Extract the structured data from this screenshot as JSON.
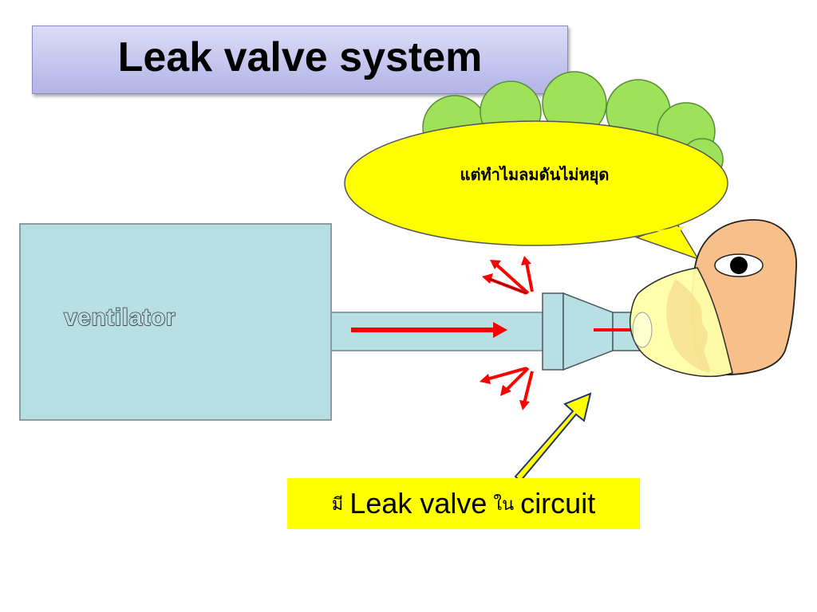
{
  "slide": {
    "title": "Leak valve system",
    "ventilator_label": "ventilator",
    "speech_bubble_text": "แต่ทำไมลมดันไม่หยุด",
    "caption": {
      "prefix_th": "มี",
      "leak_valve_en": "Leak valve",
      "mid_th": "ใน",
      "circuit_en": "circuit"
    }
  },
  "colors": {
    "title_bg": "#c8c8f0",
    "ventilator_bg": "#b8dfe4",
    "tube": "#b8dfe4",
    "flow_arrow": "#ff0000",
    "speech_bubble": "#ffff00",
    "cloud": "#9ee25a",
    "caption_bg": "#ffff00",
    "face": "#f7c08a",
    "mask": "#ffffa8"
  },
  "icons": [
    "cloud-icon",
    "speech-bubble-icon",
    "face-icon",
    "eye-icon",
    "mask-icon",
    "leak-arrows-icon",
    "pointer-arrow-icon"
  ]
}
